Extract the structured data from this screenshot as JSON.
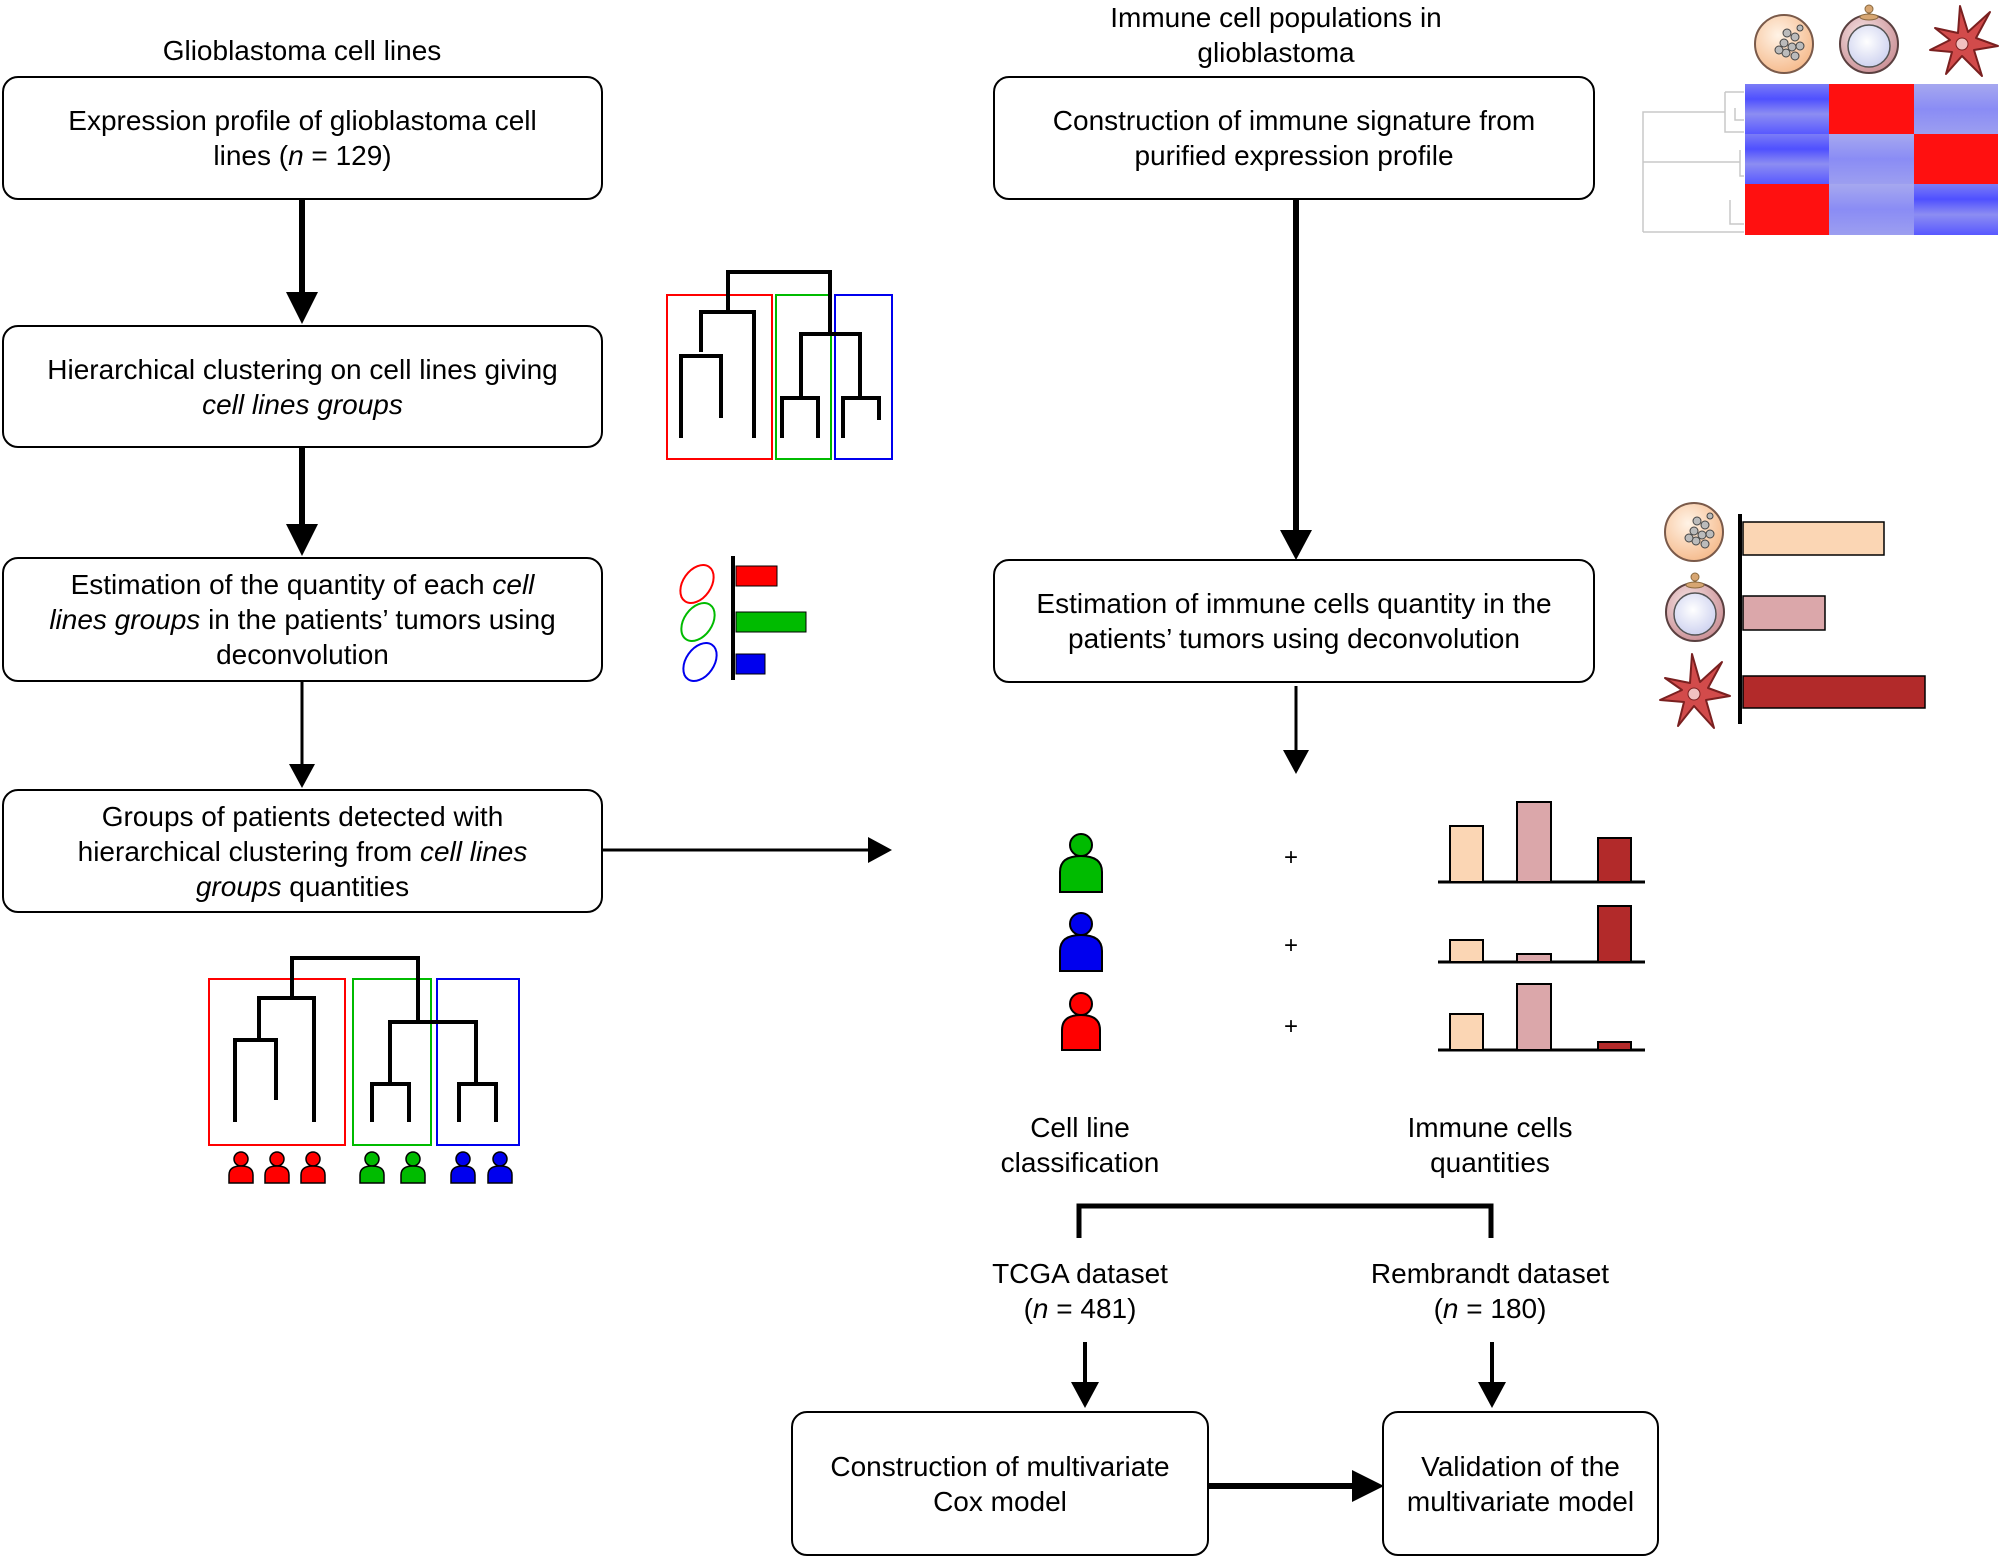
{
  "left_column": {
    "header": "Glioblastoma cell lines",
    "box1": {
      "line1": "Expression profile of glioblastoma cell",
      "line2_prefix": "lines (",
      "line2_n": "n",
      "line2_suffix": " = 129)"
    },
    "box2": {
      "line1": "Hierarchical clustering on cell lines giving",
      "line2": "cell lines groups"
    },
    "box3": {
      "l1a": "Estimation of the quantity of each ",
      "l1b": "cell",
      "l2a": "lines groups",
      "l2b": " in the patients’ tumors using",
      "l3": "deconvolution"
    },
    "box4": {
      "l1": "Groups of patients detected with",
      "l2a": "hierarchical clustering from ",
      "l2b": "cell lines",
      "l3a": "groups",
      "l3b": " quantities"
    }
  },
  "right_column": {
    "header_line1": "Immune cell populations in",
    "header_line2": "glioblastoma",
    "box1": {
      "line1": "Construction of immune signature from",
      "line2": "purified expression profile"
    },
    "box2": {
      "line1": "Estimation of immune cells quantity in the",
      "line2": "patients’ tumors using deconvolution"
    },
    "plus_sign": "+",
    "label_classification": {
      "line1": "Cell line",
      "line2": "classification"
    },
    "label_quantities": {
      "line1": "Immune cells",
      "line2": "quantities"
    },
    "tcga": {
      "line1": "TCGA dataset",
      "prefix": "(",
      "n": "n",
      "suffix": " = 481)"
    },
    "rembrandt": {
      "line1": "Rembrandt dataset",
      "prefix": "(",
      "n": "n",
      "suffix": " = 180)"
    },
    "cox_box": {
      "line1": "Construction of multivariate",
      "line2": "Cox model"
    },
    "validation_box": {
      "line1": "Validation of the",
      "line2": "multivariate model"
    }
  },
  "colors": {
    "cluster_red": "#ff0000",
    "cluster_green": "#00bb00",
    "cluster_blue": "#0000ee",
    "immune_peach": "#fbd6b4",
    "immune_pink": "#dba7aa",
    "immune_darkred": "#b22a2a",
    "heat_red": "#ff1010",
    "heat_blue": "#5a5aff",
    "heat_lightblue": "#9a9cf0"
  },
  "icons": [
    "heatmap-icon",
    "dendrogram-icon",
    "ellipse-icon",
    "person-icon",
    "lymphocyte-icon",
    "monocyte-icon",
    "dendritic-cell-icon"
  ]
}
